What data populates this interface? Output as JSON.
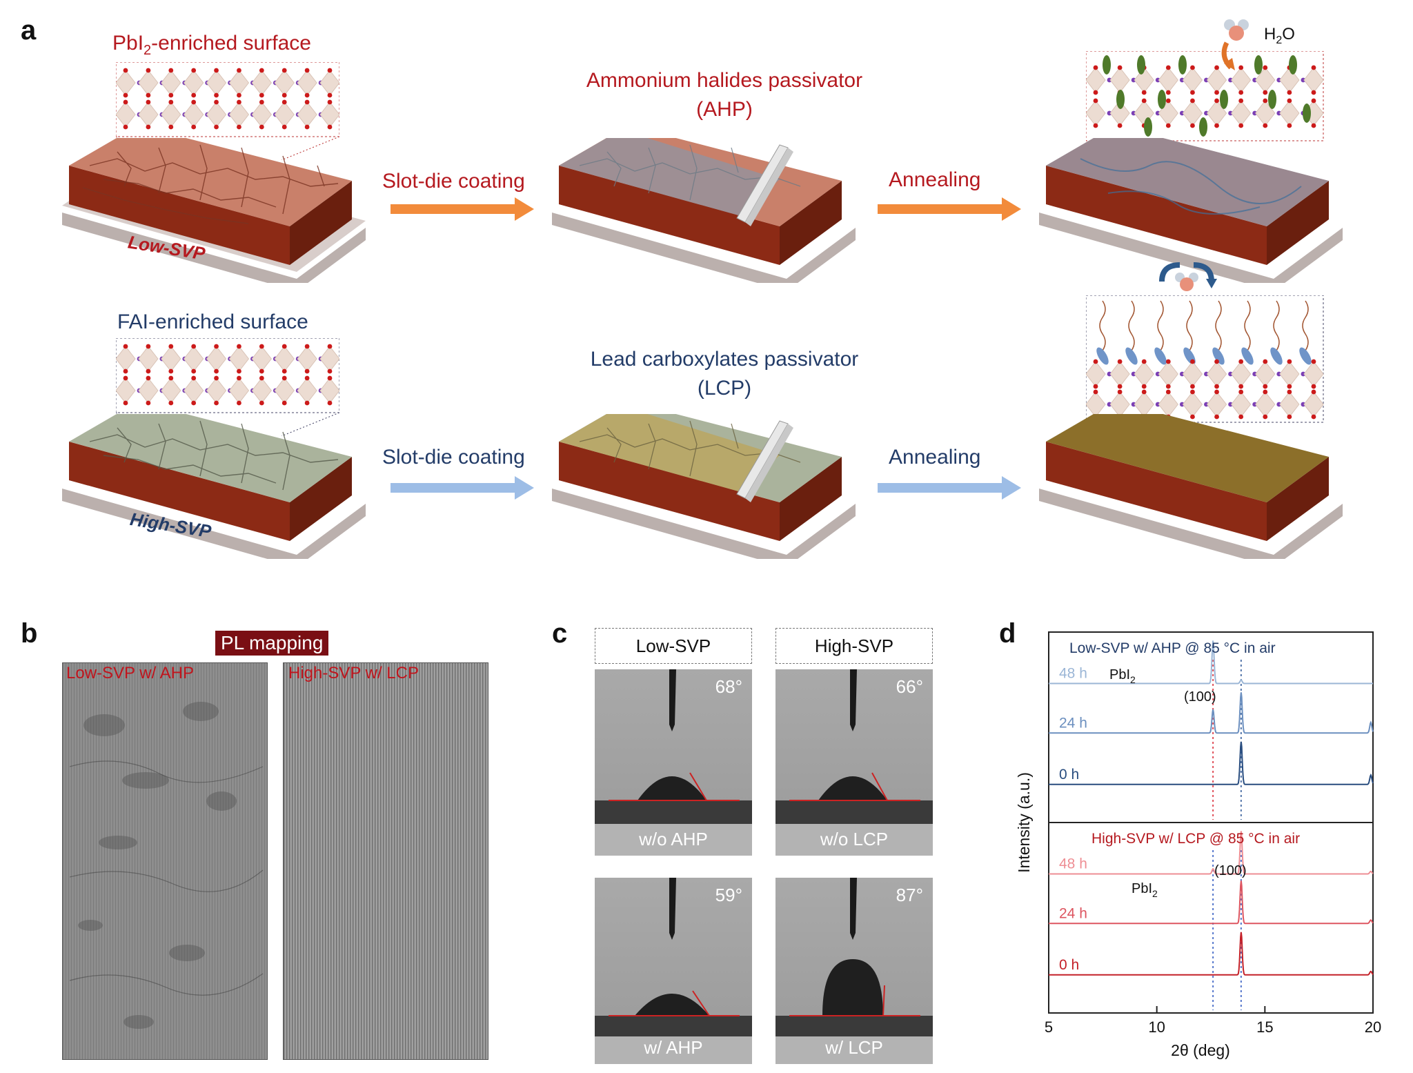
{
  "panel_labels": {
    "a": "a",
    "b": "b",
    "c": "c",
    "d": "d"
  },
  "panel_a": {
    "row1": {
      "inset_label_main": "PbI",
      "inset_label_sub": "2",
      "inset_label_rest": "-enriched surface",
      "substrate_label": "Low-SVP",
      "passivator_line1": "Ammonium halides passivator",
      "passivator_line2": "(AHP)",
      "step1": "Slot-die coating",
      "step2": "Annealing",
      "molecule_main": "H",
      "molecule_sub": "2",
      "molecule_rest": "O"
    },
    "row2": {
      "inset_label": "FAI-enriched surface",
      "substrate_label": "High-SVP",
      "passivator_line1": "Lead  carboxylates passivator",
      "passivator_line2": "(LCP)",
      "step1": "Slot-die coating",
      "step2": "Annealing"
    },
    "colors": {
      "red": "#b5191f",
      "navy": "#233c68",
      "arrow_orange": "#f28b3b",
      "arrow_blue": "#9dbde6"
    }
  },
  "panel_b": {
    "badge": "PL mapping",
    "left_label": "Low-SVP w/ AHP",
    "right_label": "High-SVP w/ LCP"
  },
  "panel_c": {
    "columns": [
      {
        "header": "Low-SVP",
        "top_angle": "68°",
        "top_caption": "w/o AHP",
        "bottom_angle": "59°",
        "bottom_caption": "w/ AHP"
      },
      {
        "header": "High-SVP",
        "top_angle": "66°",
        "top_caption": "w/o LCP",
        "bottom_angle": "87°",
        "bottom_caption": "w/ LCP"
      }
    ]
  },
  "chart_data": {
    "type": "line",
    "xlabel": "2θ (deg)",
    "ylabel": "Intensity (a.u.)",
    "xlim": [
      5,
      20
    ],
    "xticks": [
      5,
      10,
      15,
      20
    ],
    "panels": [
      {
        "title": "Low-SVP w/ AHP  @ 85 °C in air",
        "annotations": {
          "pbi2_main": "PbI",
          "pbi2_sub": "2",
          "plane": "(100)"
        },
        "marker_lines": [
          {
            "x": 12.6,
            "color": "#e0505a"
          },
          {
            "x": 13.9,
            "color": "#5577aa"
          }
        ],
        "series": [
          {
            "name": "48 h",
            "color": "#9bb6d6",
            "peaks": [
              [
                12.6,
                1.0
              ],
              [
                13.9,
                0.08
              ]
            ]
          },
          {
            "name": "24 h",
            "color": "#6b8fbf",
            "peaks": [
              [
                12.6,
                0.55
              ],
              [
                13.9,
                0.95
              ],
              [
                19.9,
                0.25
              ]
            ]
          },
          {
            "name": "0 h",
            "color": "#294d7f",
            "peaks": [
              [
                13.9,
                1.0
              ],
              [
                19.9,
                0.22
              ]
            ]
          }
        ]
      },
      {
        "title": "High-SVP w/ LCP @ 85 °C in air",
        "annotations": {
          "pbi2_main": "PbI",
          "pbi2_sub": "2",
          "plane": "(100)"
        },
        "marker_lines": [
          {
            "x": 12.6,
            "color": "#5577cc"
          },
          {
            "x": 13.9,
            "color": "#5577cc"
          }
        ],
        "series": [
          {
            "name": "48 h",
            "color": "#ee8e94",
            "peaks": [
              [
                12.6,
                0.12
              ],
              [
                13.9,
                1.0
              ],
              [
                19.9,
                0.06
              ]
            ]
          },
          {
            "name": "24 h",
            "color": "#dd5560",
            "peaks": [
              [
                13.9,
                1.0
              ],
              [
                19.9,
                0.08
              ]
            ]
          },
          {
            "name": "0 h",
            "color": "#c42028",
            "peaks": [
              [
                13.9,
                1.0
              ],
              [
                19.9,
                0.08
              ]
            ]
          }
        ]
      }
    ]
  }
}
